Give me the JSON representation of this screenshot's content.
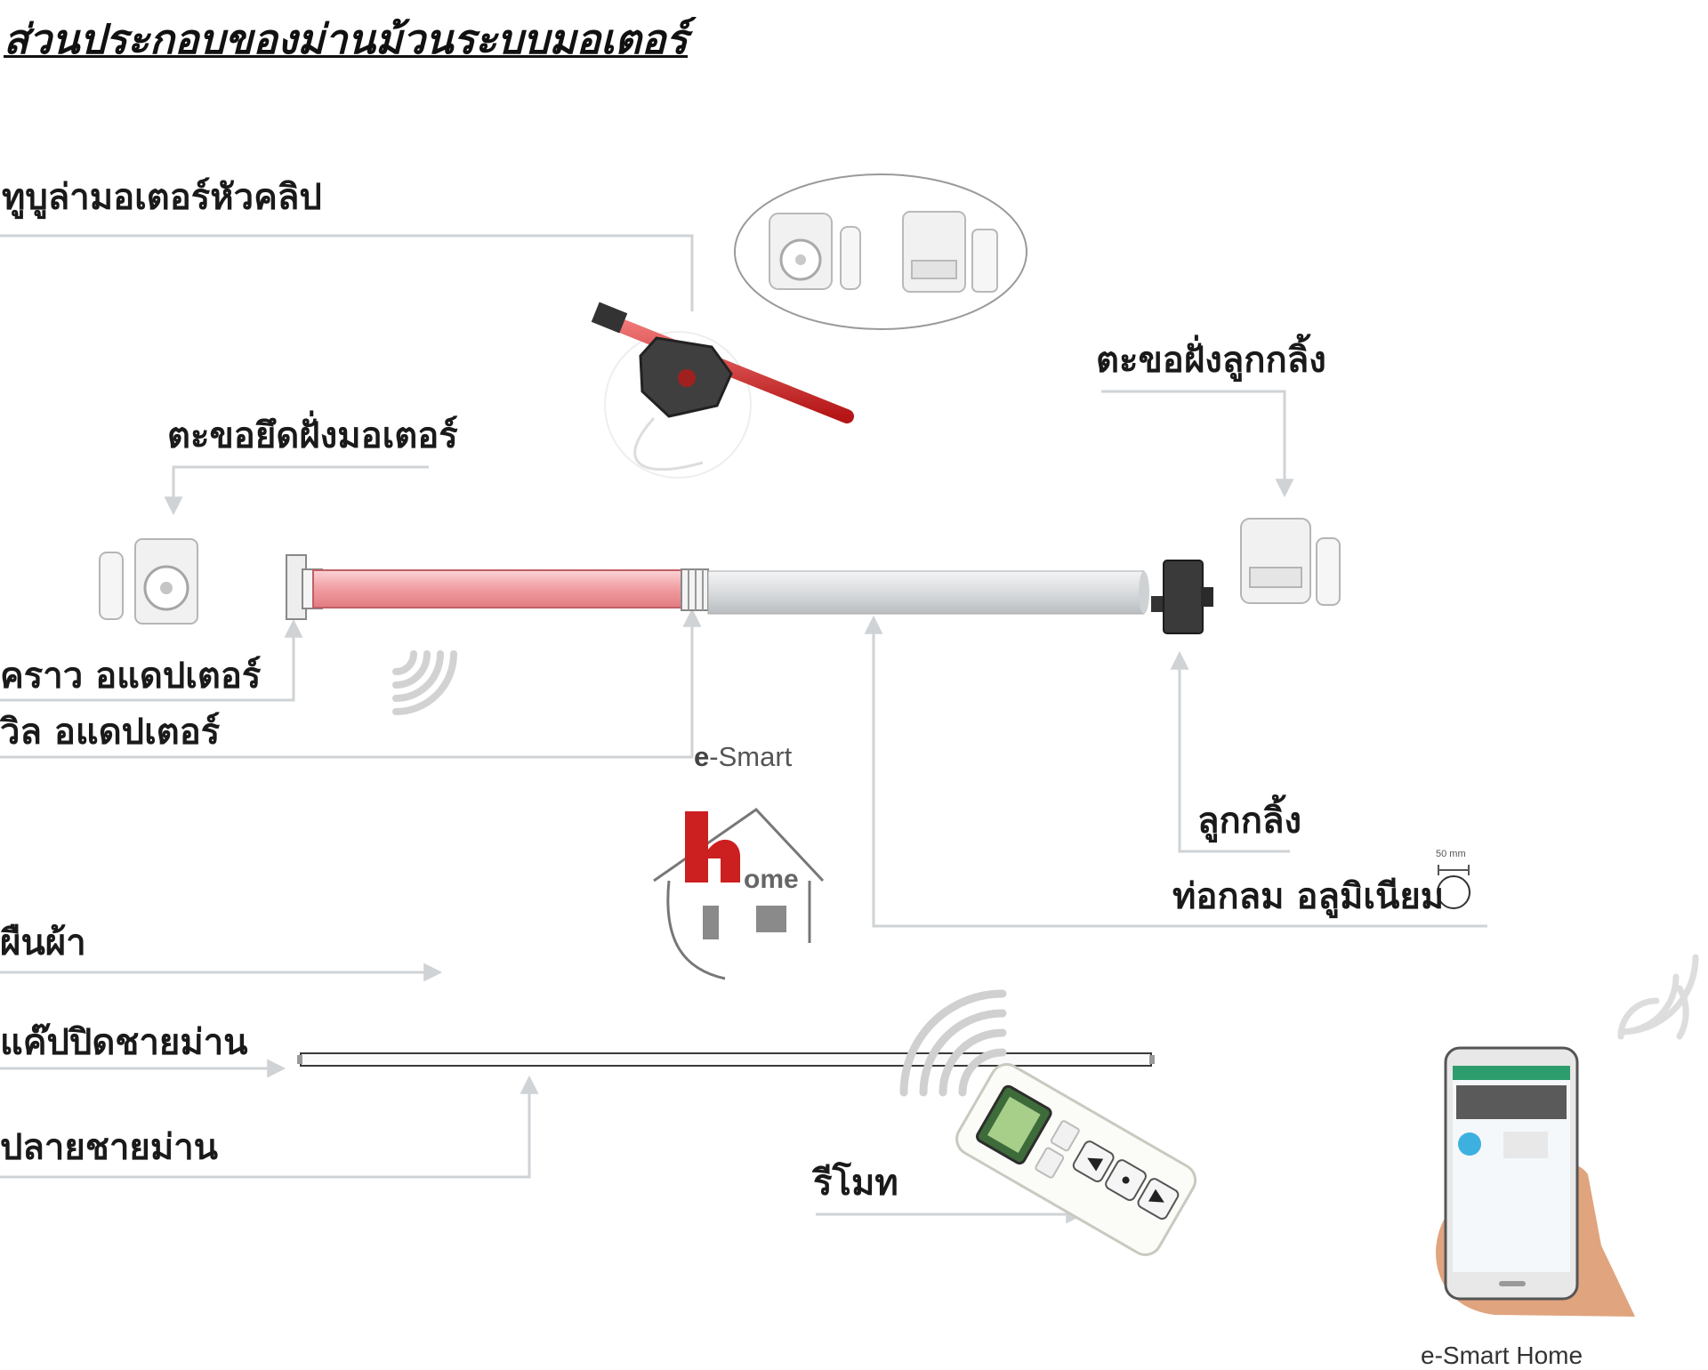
{
  "title": "ส่วนประกอบของม่านม้วนระบบมอเตอร์",
  "labels": {
    "tube_motor": "ทูบูล่ามอเตอร์หัวคลิป",
    "motor_bracket": "ตะขอยึดฝั่งมอเตอร์",
    "roller_bracket": "ตะขอฝั่งลูกกลิ้ง",
    "crown_adapter": "คราว อแดปเตอร์",
    "wheel_adapter": "วิล อแดปเตอร์",
    "roller": "ลูกกลิ้ง",
    "aluminium_tube": "ท่อกลม อลูมิเนียม",
    "fabric": "ผืนผ้า",
    "bottom_cap": "แค๊ปปิดชายม่าน",
    "bottom_rail": "ปลายชายม่าน",
    "remote": "รีโมท"
  },
  "brand": {
    "e_smart": "e-Smart",
    "e_smart_bold": "e",
    "e_smart_rest": "-Smart",
    "home_h": "h",
    "home_rest": "ome",
    "e_smart_home": "e-Smart Home"
  },
  "tube_size": "50 mm",
  "colors": {
    "leader_line": "#cfd3d6",
    "motor_red": "#e8787f",
    "motor_pink": "#f4b8bc",
    "tube_silver": "#dfe1e3",
    "logo_red": "#cc1f1f",
    "logo_gray": "#8a8a8a"
  },
  "icons": [
    "mounting-bracket-icon",
    "wireless-signal-icon",
    "house-logo-icon",
    "remote-control-icon",
    "smartphone-icon"
  ]
}
